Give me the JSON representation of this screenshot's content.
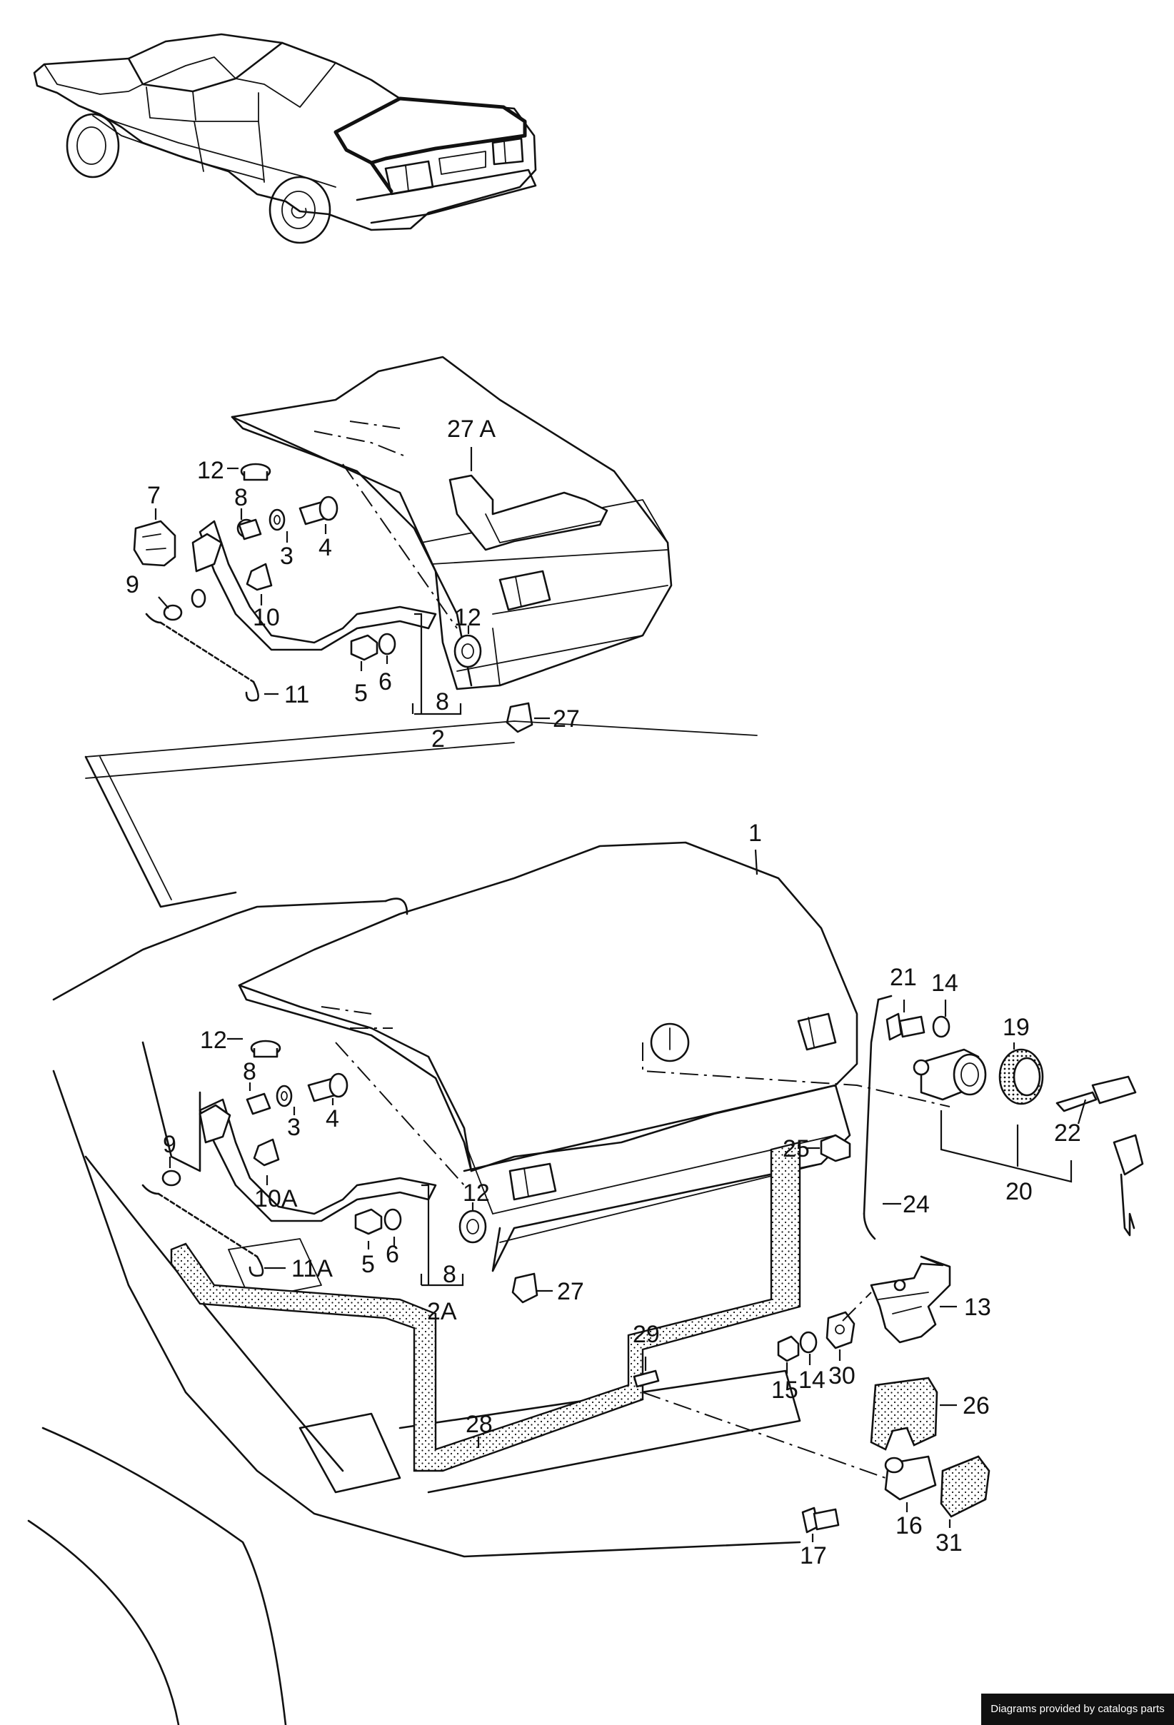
{
  "footer": {
    "credit": "Diagrams provided by catalogs parts"
  },
  "upper_view": {
    "callouts": [
      {
        "id": "u-27a",
        "text": "27 A"
      },
      {
        "id": "u-12a",
        "text": "12"
      },
      {
        "id": "u-7",
        "text": "7"
      },
      {
        "id": "u-8a",
        "text": "8"
      },
      {
        "id": "u-3",
        "text": "3"
      },
      {
        "id": "u-4",
        "text": "4"
      },
      {
        "id": "u-9",
        "text": "9"
      },
      {
        "id": "u-10",
        "text": "10"
      },
      {
        "id": "u-12b",
        "text": "12"
      },
      {
        "id": "u-5",
        "text": "5"
      },
      {
        "id": "u-6",
        "text": "6"
      },
      {
        "id": "u-11",
        "text": "11"
      },
      {
        "id": "u-8b",
        "text": "8"
      },
      {
        "id": "u-2",
        "text": "2"
      },
      {
        "id": "u-27",
        "text": "27"
      }
    ]
  },
  "lower_view": {
    "callouts": [
      {
        "id": "l-1",
        "text": "1"
      },
      {
        "id": "l-21",
        "text": "21"
      },
      {
        "id": "l-14a",
        "text": "14"
      },
      {
        "id": "l-19",
        "text": "19"
      },
      {
        "id": "l-12a",
        "text": "12"
      },
      {
        "id": "l-8a",
        "text": "8"
      },
      {
        "id": "l-3",
        "text": "3"
      },
      {
        "id": "l-4",
        "text": "4"
      },
      {
        "id": "l-9",
        "text": "9"
      },
      {
        "id": "l-10a",
        "text": "10A"
      },
      {
        "id": "l-25",
        "text": "25"
      },
      {
        "id": "l-22",
        "text": "22"
      },
      {
        "id": "l-20",
        "text": "20"
      },
      {
        "id": "l-24",
        "text": "24"
      },
      {
        "id": "l-12b",
        "text": "12"
      },
      {
        "id": "l-5",
        "text": "5"
      },
      {
        "id": "l-6",
        "text": "6"
      },
      {
        "id": "l-11a",
        "text": "11A"
      },
      {
        "id": "l-8b",
        "text": "8"
      },
      {
        "id": "l-2a",
        "text": "2A"
      },
      {
        "id": "l-27",
        "text": "27"
      },
      {
        "id": "l-13",
        "text": "13"
      },
      {
        "id": "l-29",
        "text": "29"
      },
      {
        "id": "l-15",
        "text": "15"
      },
      {
        "id": "l-14b",
        "text": "14"
      },
      {
        "id": "l-30",
        "text": "30"
      },
      {
        "id": "l-26",
        "text": "26"
      },
      {
        "id": "l-28",
        "text": "28"
      },
      {
        "id": "l-17",
        "text": "17"
      },
      {
        "id": "l-16",
        "text": "16"
      },
      {
        "id": "l-31",
        "text": "31"
      }
    ]
  }
}
